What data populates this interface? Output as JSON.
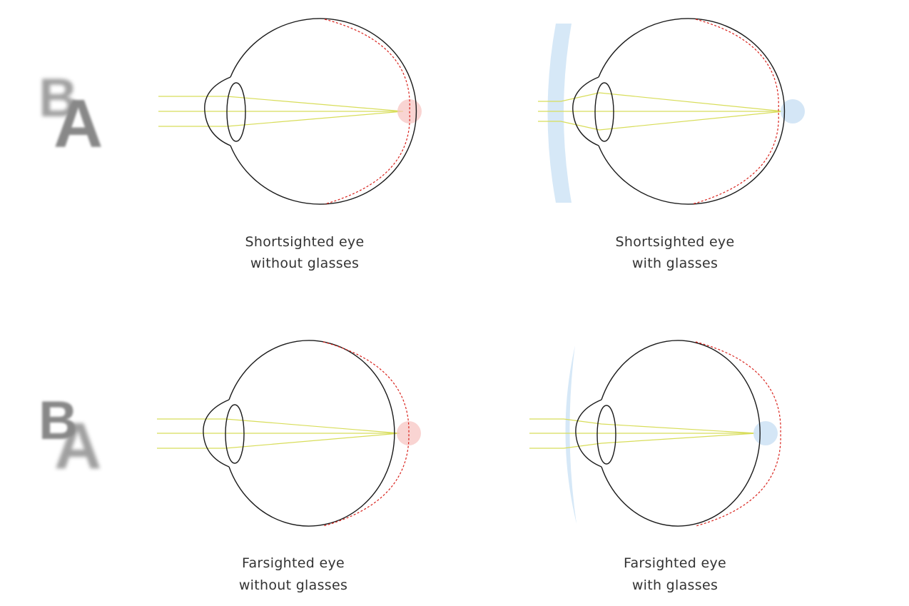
{
  "panels": [
    {
      "caption_line1": "Shortsighted eye",
      "caption_line2": "without glasses",
      "letters": [
        "B",
        "A"
      ]
    },
    {
      "caption_line1": "Shortsighted eye",
      "caption_line2": "with glasses"
    },
    {
      "caption_line1": "Farsighted eye",
      "caption_line2": "without glasses",
      "letters": [
        "B",
        "A"
      ]
    },
    {
      "caption_line1": "Farsighted eye",
      "caption_line2": "with glasses"
    }
  ],
  "colors": {
    "eye_outline": "#1a1a1a",
    "retina_dashed": "#d9231d",
    "light_rays": "#d8dd5a",
    "focus_miss": "#f7c6c3",
    "focus_corrected": "#cfe3f5",
    "glasses_lens": "#d6e8f7",
    "letters": "#888888"
  }
}
